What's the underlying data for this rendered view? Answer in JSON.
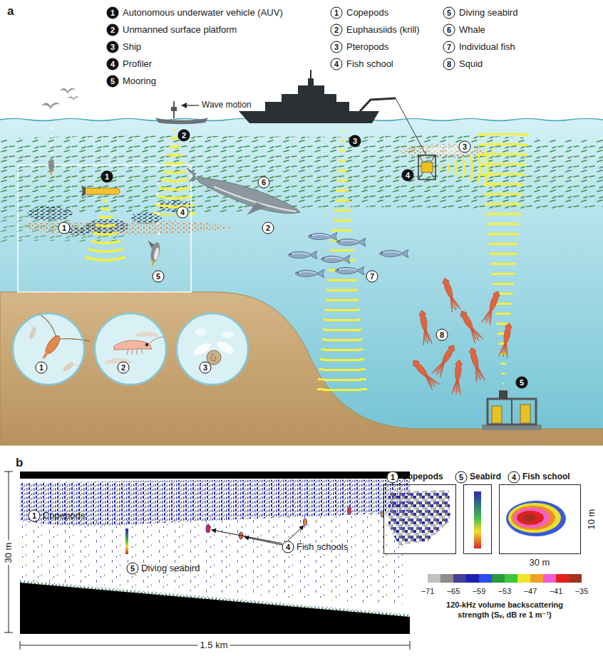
{
  "diagram": {
    "nodes": [
      {
        "text": [
          "1"
        ]
      },
      {
        "text": [
          "2"
        ]
      },
      {
        "text": [
          "3"
        ]
      },
      {
        "text": [
          "1",
          "Copepods"
        ]
      },
      {
        "text": [
          "5",
          "Seabird"
        ]
      },
      {
        "text": [
          "4",
          "Fish school"
        ]
      }
    ],
    "labels": [
      "a",
      "1",
      "Autonomous underwater vehicle (AUV)",
      "2",
      "Unmanned surface platform",
      "3",
      "Ship",
      "4",
      "Profiler",
      "5",
      "Mooring",
      "1",
      "Copepods",
      "2",
      "Euphausiids (krill)",
      "3",
      "Pteropods",
      "4",
      "Fish school",
      "5",
      "Diving seabird",
      "6",
      "Whale",
      "7",
      "Individual fish",
      "8",
      "Squid",
      "Wave motion",
      "1",
      "2",
      "3",
      "4",
      "5",
      "1",
      "2",
      "3",
      "4",
      "5",
      "6",
      "7",
      "8",
      "b",
      "1",
      "Copepods",
      "4",
      "Fish schools",
      "5",
      "Diving seabird",
      "30 m",
      "1.5 km",
      "10 m",
      "30 m",
      "−71",
      "−65",
      "−59",
      "−53",
      "−47",
      "−41",
      "−35",
      "120-kHz volume backscattering strength (Sᵥ, dB re 1 m⁻¹)"
    ]
  }
}
